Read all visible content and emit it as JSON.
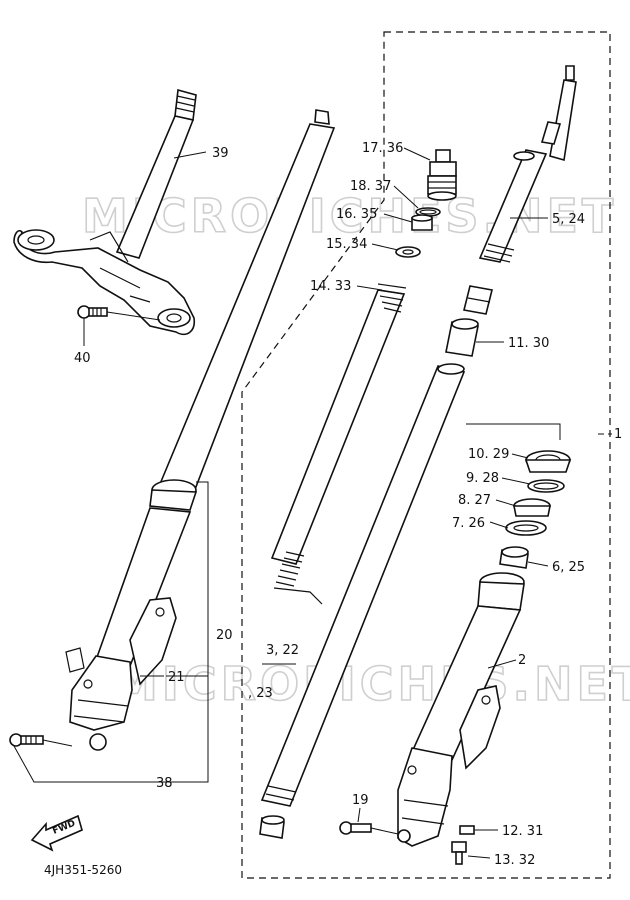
{
  "watermark": "MICROFICHES.NET",
  "diagram_code": "4JH351-5260",
  "fwd_label": "FWD",
  "callouts": {
    "c1": "1",
    "c2": "2",
    "c3_22": "3, 22",
    "c_23": ", 23",
    "c5_24": "5, 24",
    "c6_25": "6, 25",
    "c7_26": "7. 26",
    "c8_27": "8. 27",
    "c9_28": "9. 28",
    "c10_29": "10. 29",
    "c11_30": "11. 30",
    "c12_31": "12. 31",
    "c13_32": "13. 32",
    "c14_33": "14. 33",
    "c15_34": "15. 34",
    "c16_35": "16. 35",
    "c17_36": "17. 36",
    "c18_37": "18. 37",
    "c19": "19",
    "c20": "20",
    "c21": "21",
    "c38": "38",
    "c39": "39",
    "c40": "40"
  }
}
